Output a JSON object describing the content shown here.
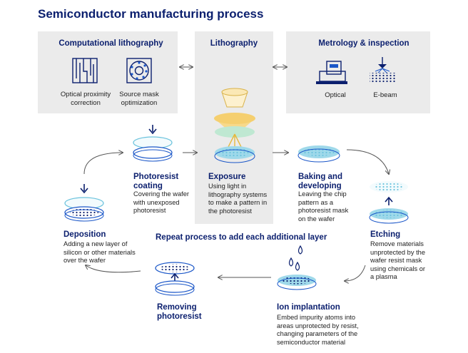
{
  "title": "Semiconductor manufacturing process",
  "panels": {
    "computational": {
      "title": "Computational lithography",
      "items": [
        "Optical proximity correction",
        "Source mask optimization"
      ]
    },
    "lithography": {
      "title": "Lithography"
    },
    "metrology": {
      "title": "Metrology & inspection",
      "items": [
        "Optical",
        "E-beam"
      ]
    }
  },
  "steps": {
    "photoresist": {
      "title": "Photoresist coating",
      "desc": "Covering the wafer with unexposed photoresist"
    },
    "exposure": {
      "title": "Exposure",
      "desc": "Using light in lithography systems to make a pattern in the photoresist"
    },
    "baking": {
      "title": "Baking and developing",
      "desc": "Leaving the chip pattern as a photoresist mask on the wafer"
    },
    "etching": {
      "title": "Etching",
      "desc": "Remove materials unprotected by the wafer resist mask using chemicals or a plasma"
    },
    "deposition": {
      "title": "Deposition",
      "desc": "Adding a new layer of silicon or other materials over the wafer"
    },
    "ion": {
      "title": "Ion implantation",
      "desc": "Embed impurity atoms into areas unprotected by resist, changing parameters of the semiconductor material"
    },
    "removing": {
      "title": "Removing photoresist",
      "desc": ""
    }
  },
  "repeat_label": "Repeat process to add each additional layer",
  "colors": {
    "navy": "#0b1f6e",
    "blue": "#1a56c8",
    "light_blue": "#9fd9ea",
    "green": "#bfe8d2",
    "yellow": "#f7d98a",
    "panel_bg": "#ebebeb"
  }
}
